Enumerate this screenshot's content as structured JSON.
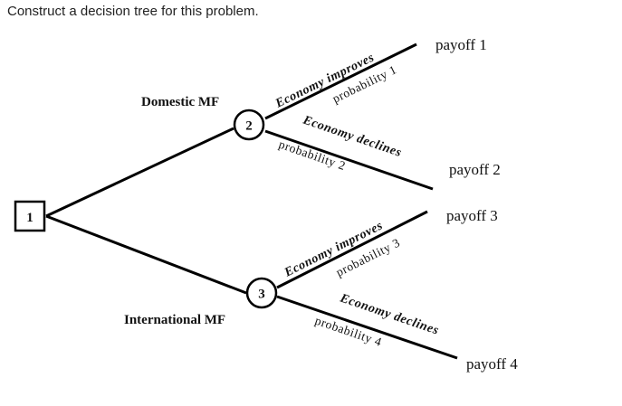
{
  "question": "Construct a decision tree for this problem.",
  "tree": {
    "decision_node_label": "1",
    "chance_nodes": [
      {
        "label": "2",
        "alternative": "Domestic MF",
        "outcomes": [
          {
            "event": "Economy improves",
            "probability": "probability 1",
            "payoff": "payoff 1"
          },
          {
            "event": "Economy declines",
            "probability": "probability 2",
            "payoff": "payoff 2"
          }
        ]
      },
      {
        "label": "3",
        "alternative": "International MF",
        "outcomes": [
          {
            "event": "Economy improves",
            "probability": "probability 3",
            "payoff": "payoff 3"
          },
          {
            "event": "Economy declines",
            "probability": "probability 4",
            "payoff": "payoff 4"
          }
        ]
      }
    ]
  }
}
